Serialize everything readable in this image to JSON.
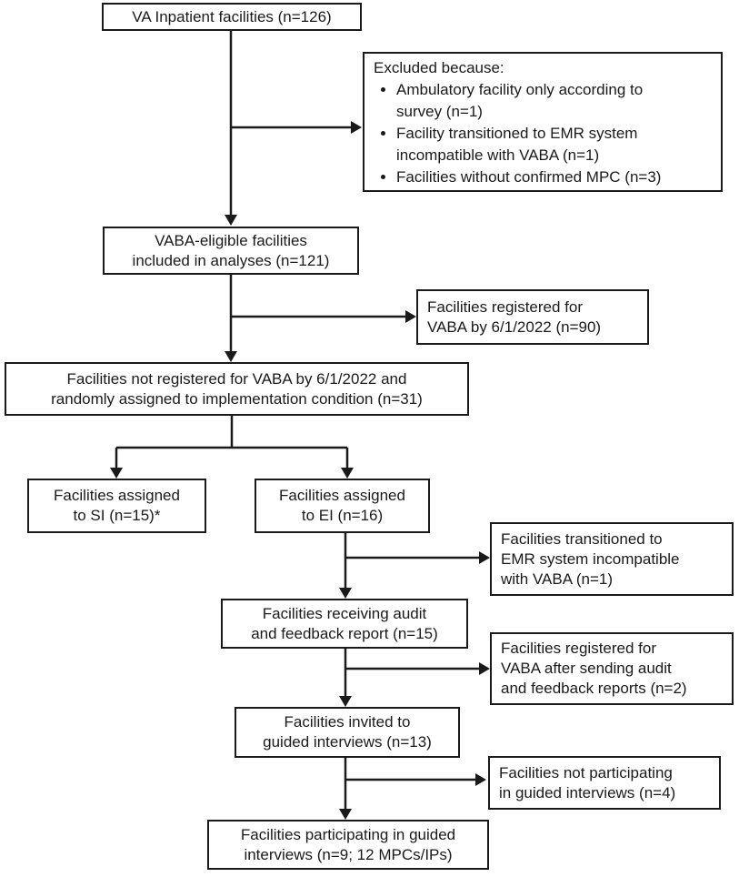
{
  "diagram_type": "facility-flow-diagram",
  "colors": {
    "line": "#1a1a1a",
    "box_border": "#1a1a1a",
    "background": "#ffffff",
    "text": "#1a1a1a"
  },
  "boxes": {
    "inpatient": {
      "lines": [
        "VA Inpatient facilities (n=126)"
      ]
    },
    "excluded": {
      "title": "Excluded because:",
      "bullets": [
        "Ambulatory facility only according to survey (n=1)",
        "Facility transitioned to EMR system incompatible with VABA (n=1)",
        "Facilities without confirmed MPC (n=3)"
      ]
    },
    "eligible": {
      "lines": [
        "VABA-eligible facilities",
        "included in analyses (n=121)"
      ]
    },
    "registered_by": {
      "lines": [
        "Facilities registered for",
        "VABA by 6/1/2022 (n=90)"
      ]
    },
    "not_registered": {
      "lines": [
        "Facilities not registered for VABA by 6/1/2022 and",
        "randomly assigned to implementation condition (n=31)"
      ]
    },
    "assigned_si": {
      "lines": [
        "Facilities assigned",
        "to SI (n=15)*"
      ]
    },
    "assigned_ei": {
      "lines": [
        "Facilities assigned",
        "to EI (n=16)"
      ]
    },
    "emr_transition": {
      "lines": [
        "Facilities transitioned to",
        "EMR system incompatible",
        "with VABA (n=1)"
      ]
    },
    "audit_feedback": {
      "lines": [
        "Facilities receiving audit",
        "and feedback report (n=15)"
      ]
    },
    "registered_after": {
      "lines": [
        "Facilities registered for",
        "VABA after sending audit",
        "and feedback reports (n=2)"
      ]
    },
    "invited": {
      "lines": [
        "Facilities invited to",
        "guided interviews (n=13)"
      ]
    },
    "not_participating": {
      "lines": [
        "Facilities not participating",
        "in guided interviews (n=4)"
      ]
    },
    "participating": {
      "lines": [
        "Facilities participating in guided",
        "interviews (n=9; 12 MPCs/IPs)"
      ]
    }
  }
}
